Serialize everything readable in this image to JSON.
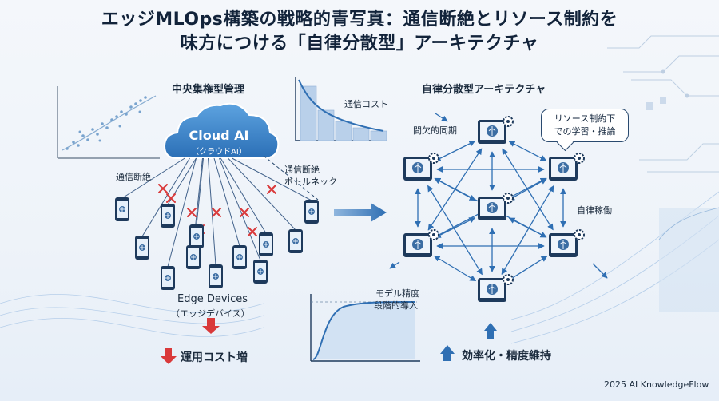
{
  "title": {
    "line1": "エッジMLOps構築の戦略的青写真：通信断絶とリソース制約を",
    "line2": "味方につける「自律分散型」アーキテクチャ"
  },
  "left": {
    "heading": "中央集権型管理",
    "cloud_line1": "Cloud AI",
    "cloud_line2": "（クラウドAI）",
    "label_disconnect": "通信断絶",
    "label_bottleneck_1": "通信断絶",
    "label_bottleneck_2": "ボトルネック",
    "devices_line1": "Edge Devices",
    "devices_line2": "（エッジデバイス）",
    "cost_label": "運用コスト増"
  },
  "cost_chart": {
    "label": "通信コスト"
  },
  "right": {
    "heading": "自律分散型アーキテクチャ",
    "label_intermittent": "間欠的同期",
    "callout_line1": "リソース制約下",
    "callout_line2": "での学習・推論",
    "label_autonomous": "自律稼働"
  },
  "accuracy_chart": {
    "label_line1": "モデル精度",
    "label_line2": "段階的導入"
  },
  "bottom": {
    "efficiency_label": "効率化・精度維持",
    "footer": "2025 AI KnowledgeFlow"
  },
  "colors": {
    "accent": "#2f6fb3",
    "cloud": "#3b83c9",
    "red": "#d9393a",
    "dark": "#1e3a5c"
  }
}
